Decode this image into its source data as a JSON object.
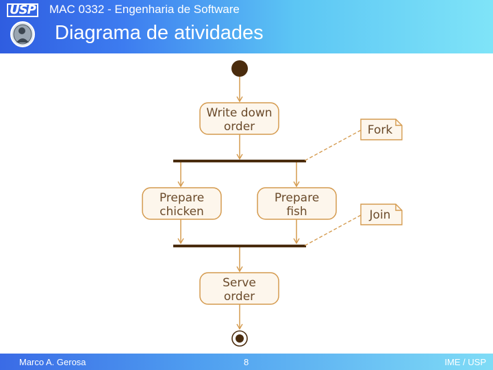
{
  "header": {
    "logo_text": "USP",
    "course_title": "MAC 0332 - Engenharia de Software",
    "slide_title": "Diagrama de atividades"
  },
  "diagram": {
    "actions": {
      "write_down_order": [
        "Write down",
        "order"
      ],
      "prepare_chicken": [
        "Prepare",
        "chicken"
      ],
      "prepare_fish": [
        "Prepare",
        "fish"
      ],
      "serve_order": [
        "Serve",
        "order"
      ]
    },
    "notes": {
      "fork": "Fork",
      "join": "Join"
    }
  },
  "footer": {
    "author": "Marco A. Gerosa",
    "page_number": "8",
    "institution": "IME / USP"
  }
}
